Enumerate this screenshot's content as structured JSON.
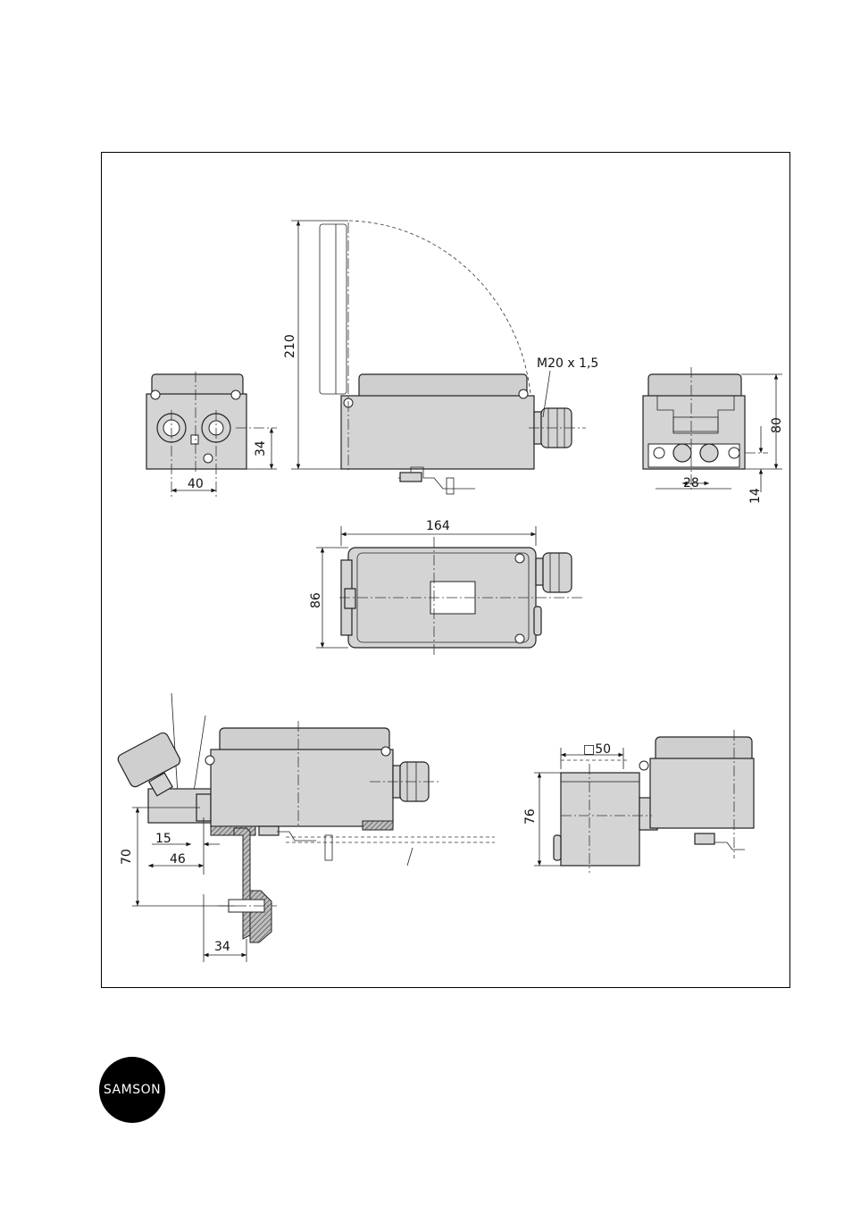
{
  "dimensions": {
    "d210": "210",
    "thread": "M20 x 1,5",
    "d34a": "34",
    "d40": "40",
    "d80": "80",
    "d28": "28",
    "d14": "14",
    "d164": "164",
    "d86": "86",
    "d15": "15",
    "d46": "46",
    "d70": "70",
    "d34b": "34",
    "d50": "□50",
    "d76": "76"
  },
  "logo": {
    "text": "SAMSON"
  }
}
